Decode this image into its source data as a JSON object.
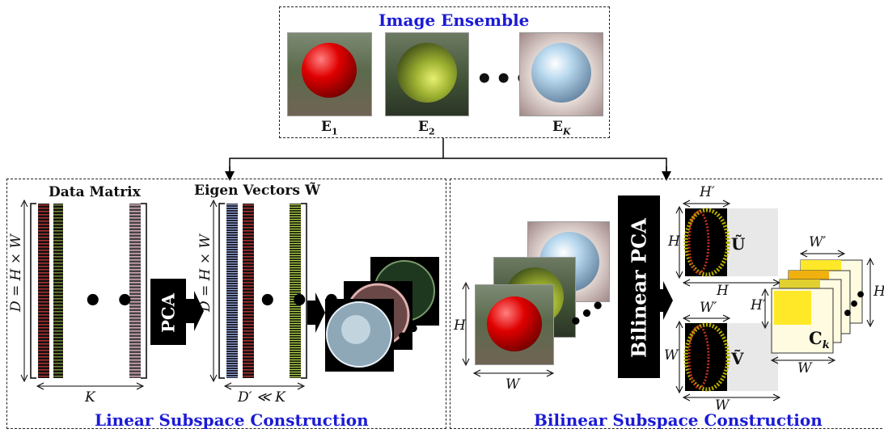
{
  "ensemble": {
    "title": "Image Ensemble",
    "labels": [
      "E",
      "E",
      "E"
    ],
    "subs": [
      "1",
      "2",
      "K"
    ]
  },
  "linear": {
    "title": "Linear Subspace Construction",
    "data_matrix": "Data Matrix",
    "eigen_vectors": "Eigen Vectors W̃",
    "d_eq": "D = H × W",
    "k_label": "K",
    "dprime_label": "D′ ≪ K",
    "pca": "PCA"
  },
  "bilinear": {
    "title": "Bilinear Subspace Construction",
    "bilinear_pca": "Bilinear PCA",
    "u_label": "Ũ",
    "v_label": "Ṽ",
    "c_label": "C",
    "c_sub": "k",
    "h_label": "H",
    "w_label": "W",
    "hprime": "H′",
    "wprime": "W′"
  },
  "colors": {
    "title_blue": "#1b1bd6",
    "red_sphere": "#d00000",
    "green_sphere": "#8faa30",
    "blue_sphere": "#a9cde6"
  }
}
